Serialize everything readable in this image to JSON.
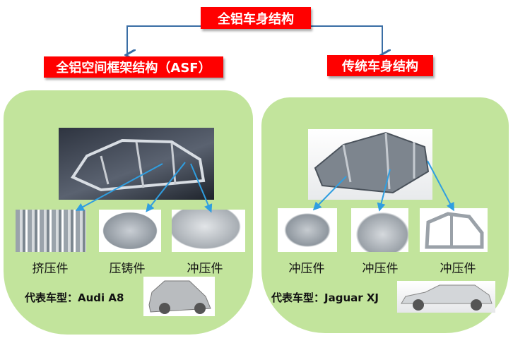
{
  "root": {
    "title": "全铝车身结构"
  },
  "left": {
    "title": "全铝空间框架结构（ASF）",
    "parts": [
      "挤压件",
      "压铸件",
      "冲压件"
    ],
    "model_label": "代表车型：Audi A8"
  },
  "right": {
    "title": "传统车身结构",
    "parts": [
      "冲压件",
      "冲压件",
      "冲压件"
    ],
    "model_label": "代表车型：Jaguar XJ"
  },
  "colors": {
    "red": "#ff0000",
    "panel": "#c2e49c",
    "connector": "#3a6ea5",
    "arrow": "#2f9ee0"
  }
}
